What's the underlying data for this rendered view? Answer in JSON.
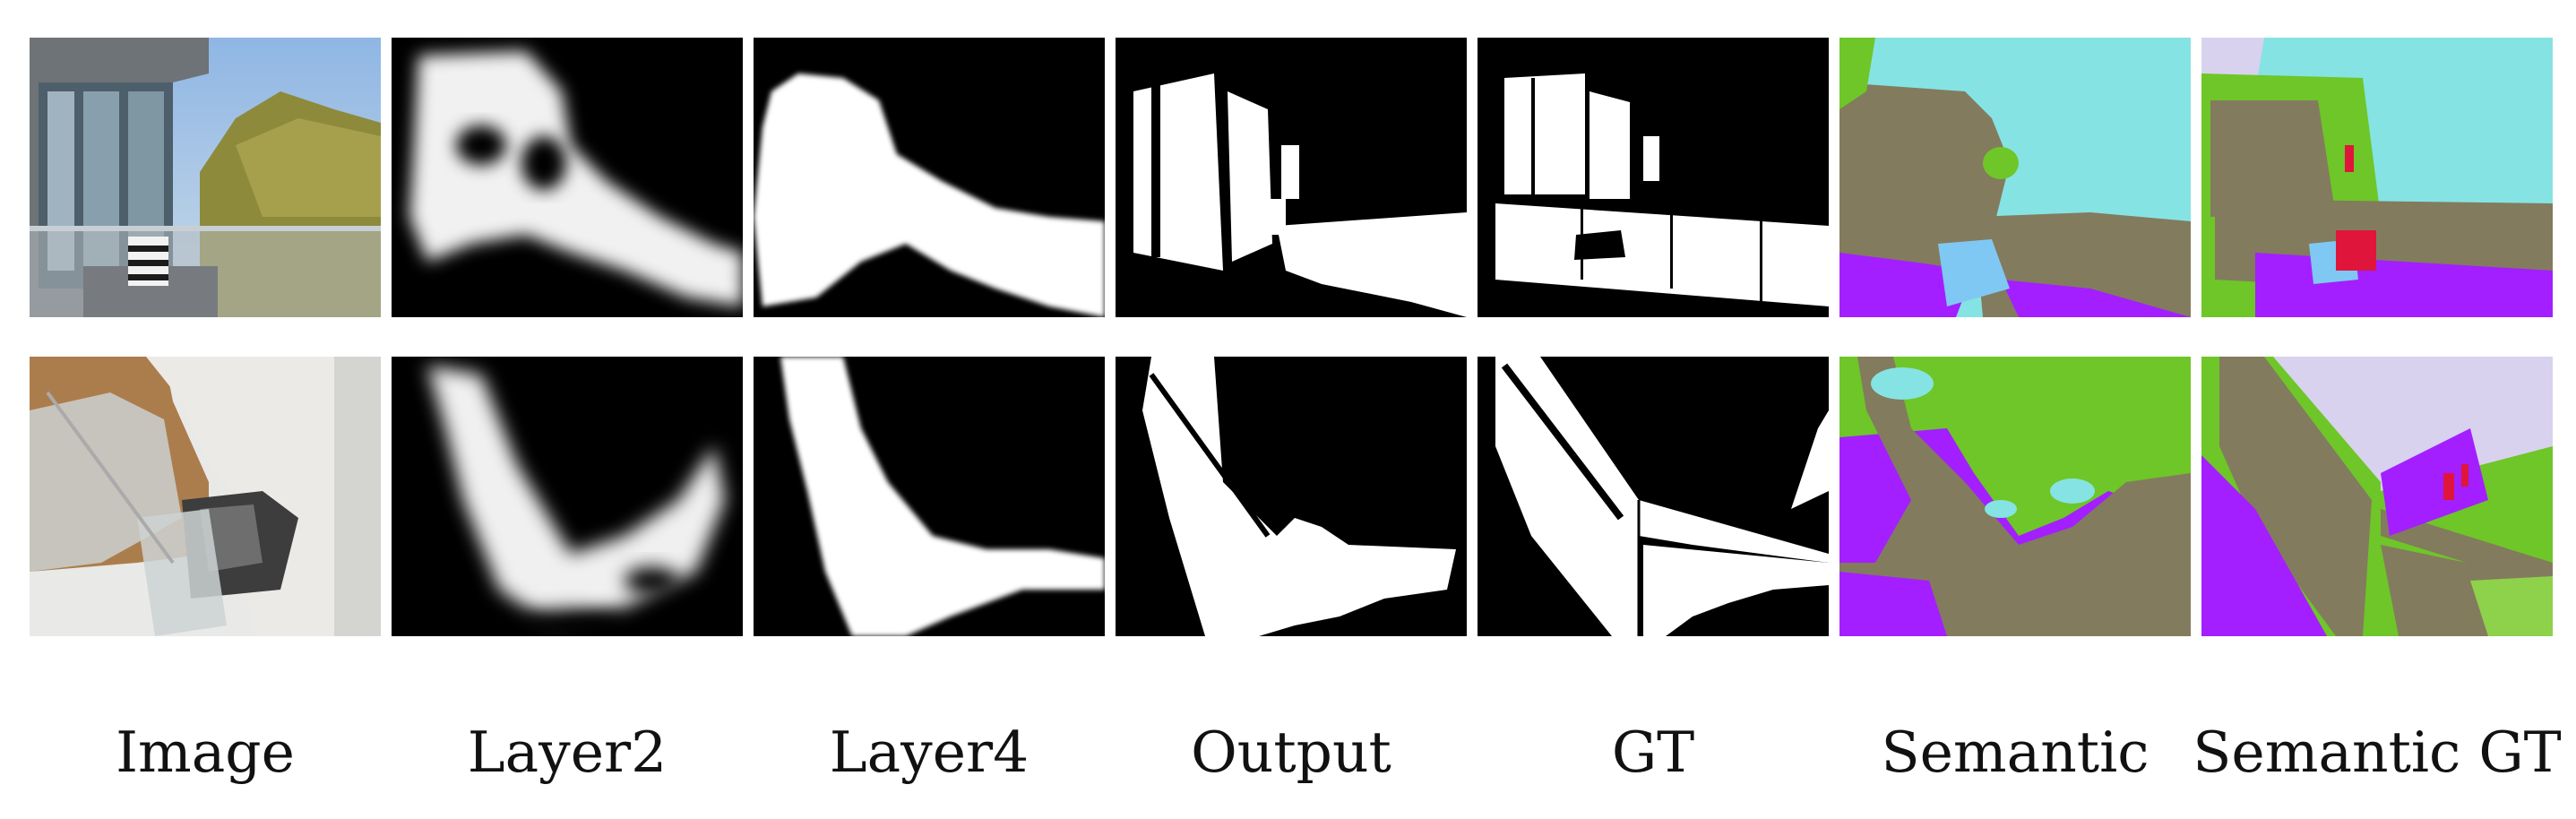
{
  "columns": [
    {
      "id": "image",
      "label": "Image"
    },
    {
      "id": "layer2",
      "label": "Layer2"
    },
    {
      "id": "layer4",
      "label": "Layer4"
    },
    {
      "id": "output",
      "label": "Output"
    },
    {
      "id": "gt",
      "label": "GT"
    },
    {
      "id": "semantic",
      "label": "Semantic"
    },
    {
      "id": "semantic_gt",
      "label": "Semantic GT"
    }
  ],
  "colors": {
    "background": "#ffffff",
    "mask_black": "#000000",
    "mask_white": "#ffffff",
    "sem_wall": "#837b5e",
    "sem_sky": "#86e3e3",
    "sem_floor": "#a31fff",
    "sem_plant": "#6ec628",
    "sem_object": "#e0153c",
    "sem_ceiling": "#d8d2ee",
    "sem_light_blue": "#7fc8f4"
  }
}
